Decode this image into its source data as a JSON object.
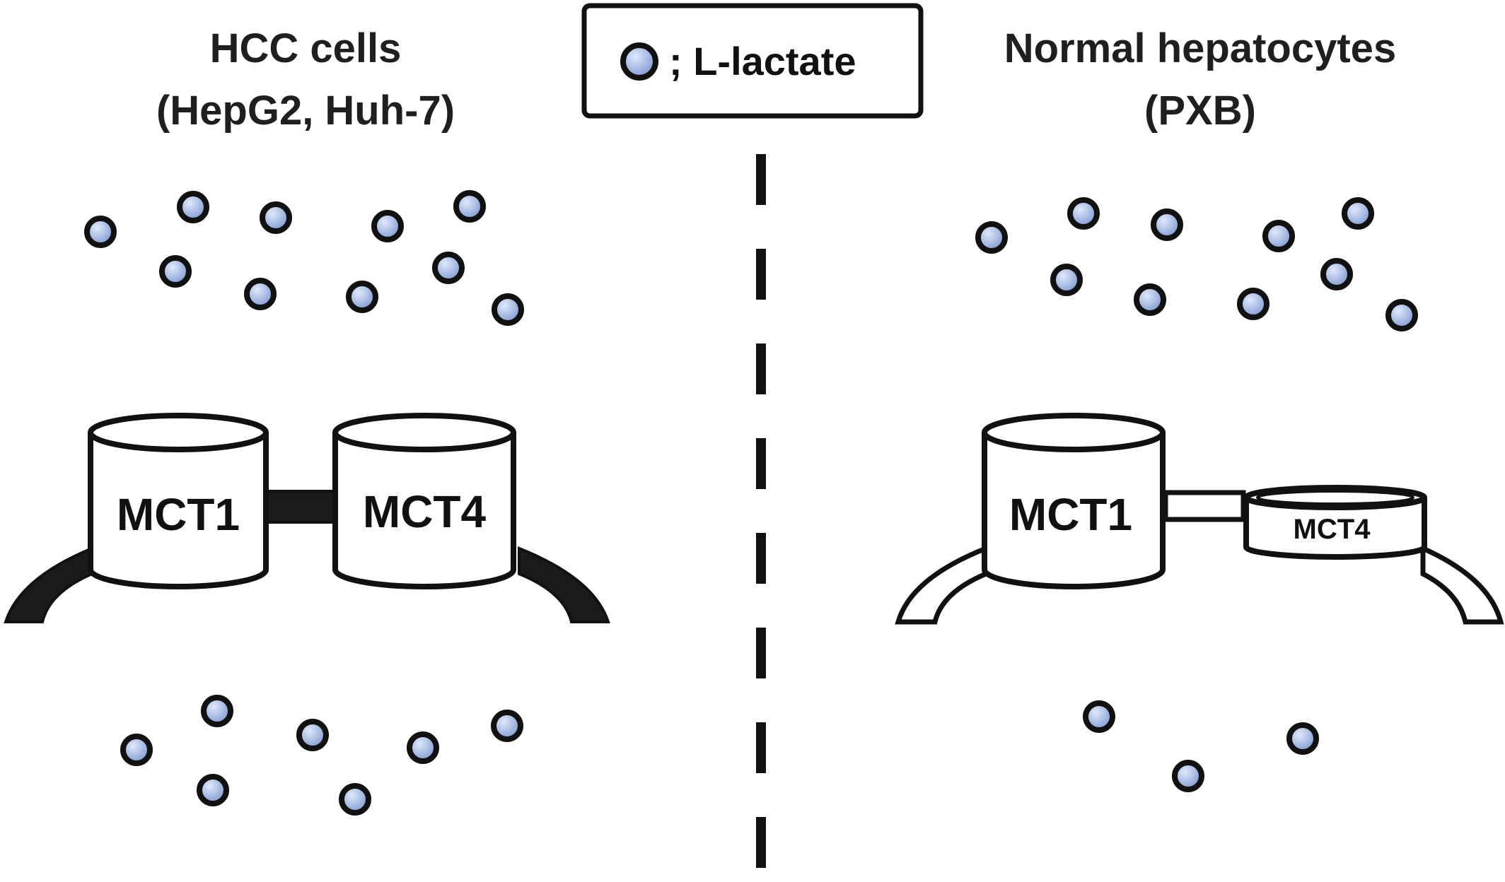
{
  "left_panel": {
    "title_line1": "HCC cells",
    "title_line2": "(HepG2, Huh-7)",
    "transporter_a": "MCT1",
    "transporter_b": "MCT4"
  },
  "right_panel": {
    "title_line1": "Normal hepatocytes",
    "title_line2": "(PXB)",
    "transporter_a": "MCT1",
    "transporter_b": "MCT4"
  },
  "legend": {
    "label": "; L-lactate"
  },
  "colors": {
    "lactate_fill_light": "#dfe9fb",
    "lactate_fill_dark": "#7a96cf",
    "outline": "#111111",
    "hcc_membrane": "#1a1a1a",
    "normal_membrane": "#ffffff"
  },
  "counts": {
    "hcc_extracellular_lactate": 10,
    "hcc_intracellular_lactate": 7,
    "normal_extracellular_lactate": 10,
    "normal_intracellular_lactate": 3
  }
}
